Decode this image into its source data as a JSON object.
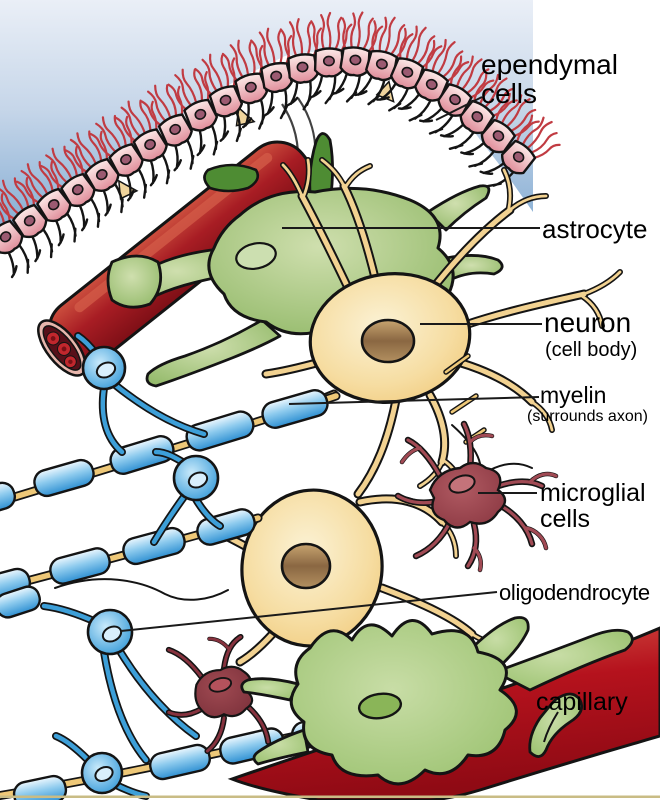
{
  "diagram": {
    "title": "Neural tissue cell types diagram",
    "labels": {
      "ependymal_line1": "ependymal",
      "ependymal_line2": "cells",
      "astrocyte": "astrocyte",
      "neuron": "neuron",
      "neuron_sub": "(cell body)",
      "myelin": "myelin",
      "myelin_sub": "(surrounds axon)",
      "microglial_line1": "microglial",
      "microglial_line2": "cells",
      "oligodendrocyte": "oligodendrocyte",
      "capillary": "capillary"
    },
    "colors": {
      "sky_top": "#eaeff7",
      "sky_bottom": "#7fa9d1",
      "ependymal_cell_pink": "#eda6ab",
      "ependymal_nucleus": "#9b5a71",
      "cilia_red": "#c13b42",
      "vessel_red": "#a81d24",
      "vessel_lumen": "#571019",
      "astrocyte_green": "#9dbf72",
      "astrocyte_dark_green": "#4e8c33",
      "neuron_cream": "#f6dda2",
      "neuron_nucleus_brown": "#a8834f",
      "oligodendrocyte_blue": "#3d9fd8",
      "myelin_blue_light": "#bfe4f8",
      "axon_tan": "#eec878",
      "microglia_maroon": "#9c434c",
      "capillary_red": "#b5121d",
      "label_text": "#000000",
      "bottom_border_tan": "#c9bc85",
      "background": "#ffffff"
    }
  }
}
